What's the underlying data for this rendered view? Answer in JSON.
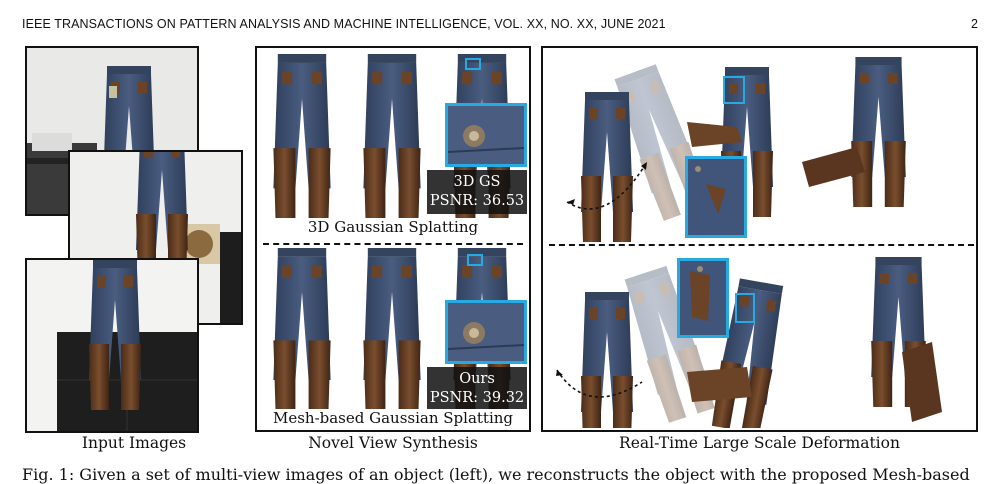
{
  "header": {
    "journal": "IEEE TRANSACTIONS ON PATTERN ANALYSIS AND MACHINE INTELLIGENCE, VOL. XX, NO. XX, JUNE 2021",
    "page": "2"
  },
  "captions": {
    "input": "Input Images",
    "novel": "Novel View Synthesis",
    "deform": "Real-Time Large Scale Deformation"
  },
  "novel": {
    "top_label": "3D Gaussian Splatting",
    "bottom_label": "Mesh-based Gaussian Splatting",
    "top_method": "3D GS",
    "top_psnr": "PSNR: 36.53",
    "bottom_method": "Ours",
    "bottom_psnr": "PSNR: 39.32"
  },
  "figure_caption": "Fig. 1: Given a set of multi-view images of an object (left), we reconstructs the object with the proposed Mesh-based",
  "colors": {
    "highlight": "#27a9e1",
    "denim": "#3d4f6e",
    "leather": "#6b4327"
  }
}
